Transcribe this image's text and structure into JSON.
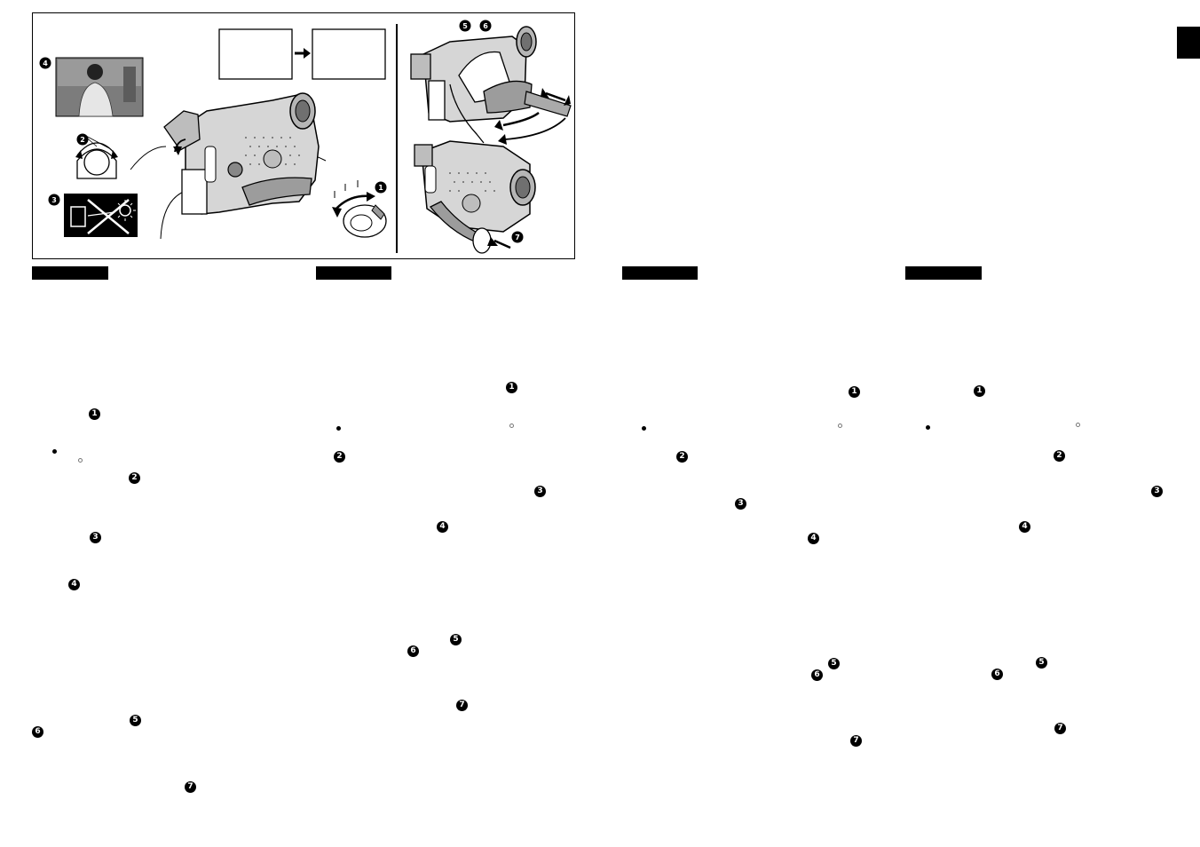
{
  "figure": {
    "callouts": [
      {
        "label": "1"
      },
      {
        "label": "2"
      },
      {
        "label": "3"
      },
      {
        "label": "4"
      },
      {
        "label": "5"
      },
      {
        "label": "6"
      },
      {
        "label": "7"
      }
    ]
  },
  "columns": [
    {
      "markers": [
        "1",
        "2",
        "3",
        "4",
        "5",
        "6",
        "7"
      ]
    },
    {
      "markers": [
        "1",
        "2",
        "3",
        "4",
        "5",
        "6",
        "7"
      ]
    },
    {
      "markers": [
        "1",
        "2",
        "3",
        "4",
        "5",
        "6",
        "7"
      ]
    },
    {
      "markers": [
        "1",
        "2",
        "3",
        "4",
        "5",
        "6",
        "7"
      ]
    }
  ],
  "icons": [
    "camcorder-illustration",
    "hand-strap-illustration",
    "lens-cap-illustration",
    "no-sunlight-icon",
    "power-switch-icon",
    "arrow-right-icon"
  ],
  "colors": {
    "ink": "#000000",
    "paper": "#ffffff",
    "gray": "#8a8a8a"
  }
}
